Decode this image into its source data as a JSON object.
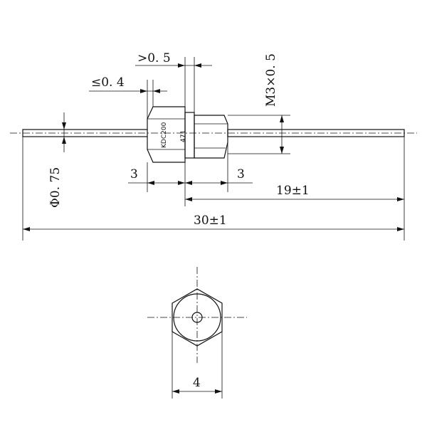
{
  "dimensions": {
    "overall_length": "30±1",
    "lead_length": "19±1",
    "lead_diameter": "Φ0. 75",
    "thread": "M3×0. 5",
    "gap": ">0. 5",
    "chamfer": "≤0. 4",
    "hex_length": "3",
    "neck_length": "3",
    "hex_width": "4"
  },
  "markings": {
    "part_number": "KDC200",
    "code": "471"
  },
  "colors": {
    "line": "#111111",
    "background": "#ffffff"
  }
}
